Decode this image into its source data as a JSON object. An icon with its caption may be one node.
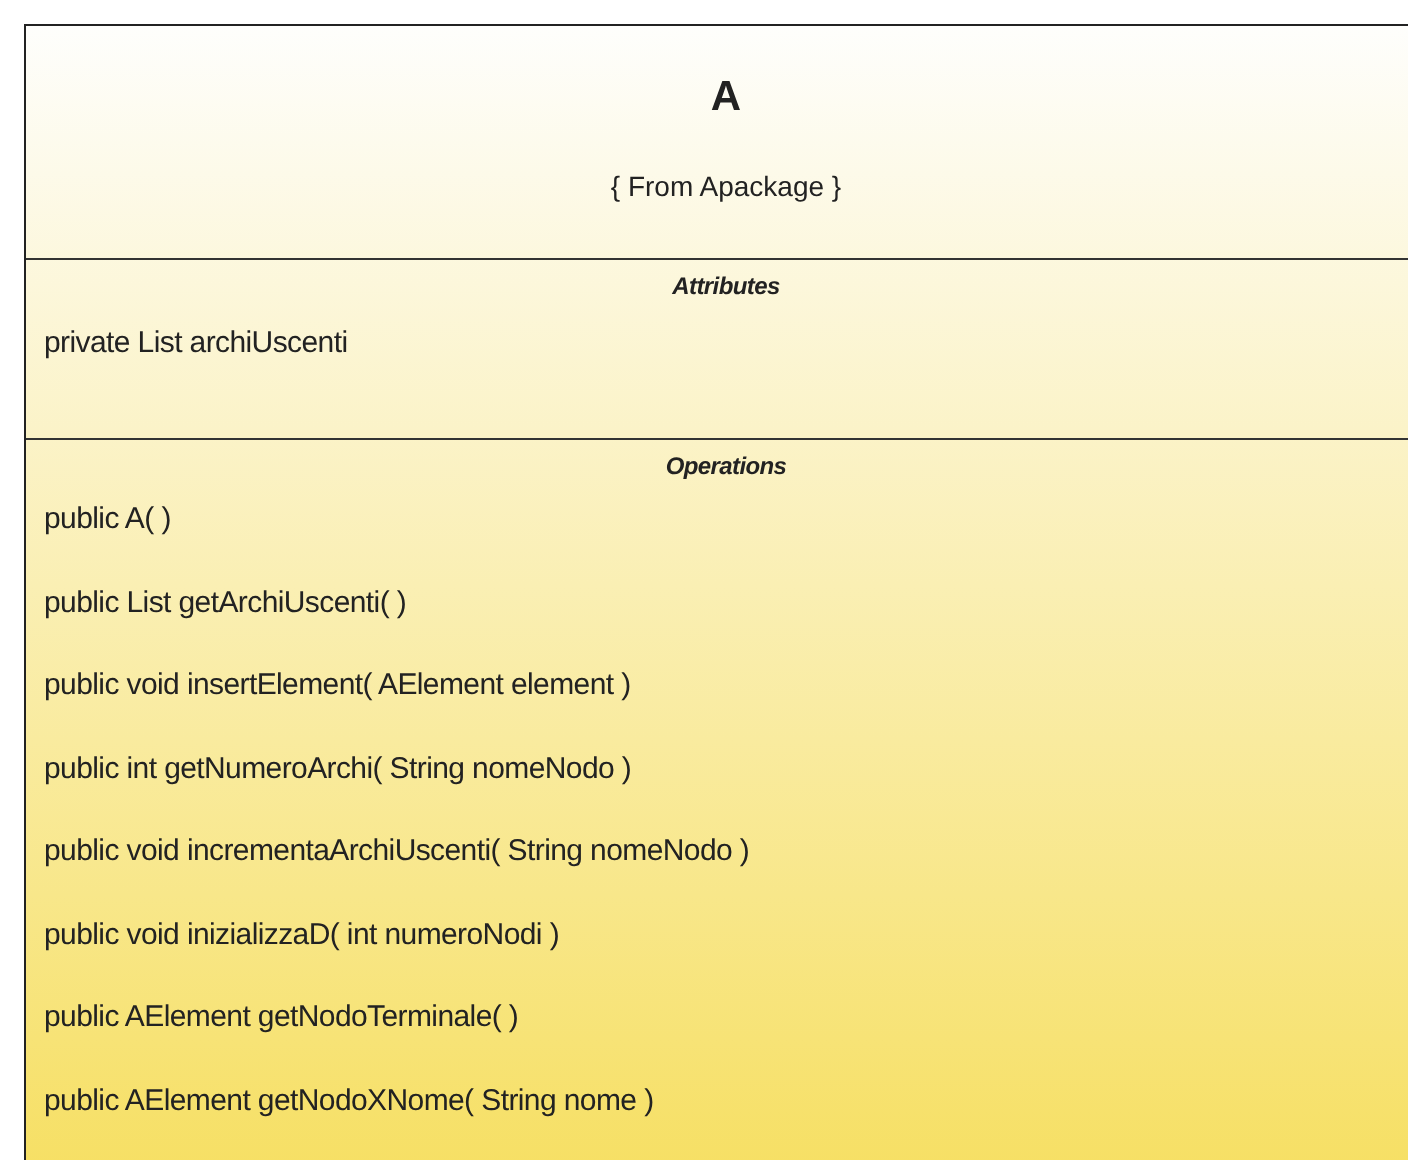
{
  "diagram": {
    "nodes": [
      {
        "text": [
          "A",
          "{ From Apackage }"
        ]
      },
      {
        "text": [
          "Attributes",
          "private List archiUscenti"
        ],
        "in": 0
      },
      {
        "text": [
          "Operations",
          "public A( )",
          "public List getArchiUscenti( )",
          "public void insertElement( AElement element )",
          "public int getNumeroArchi( String nomeNodo )",
          "public void incrementaArchiUscenti( String nomeNodo )",
          "public void inizializzaD( int numeroNodi )",
          "public AElement getNodoTerminale( )",
          "public AElement getNodoXNome( String nome )"
        ],
        "in": 0
      }
    ]
  }
}
